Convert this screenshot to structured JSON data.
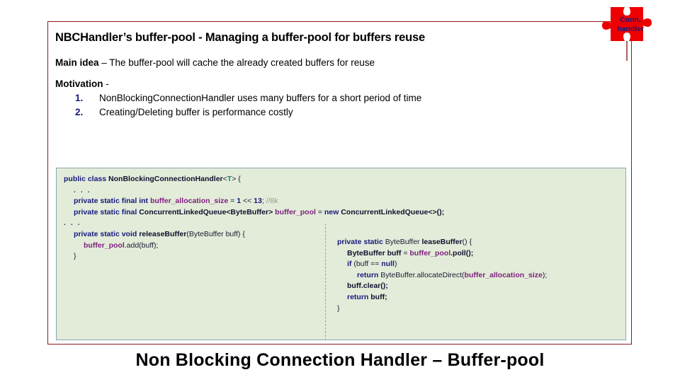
{
  "slide": {
    "heading": "NBCHandler’s buffer-pool  - Managing a buffer-pool for buffers reuse",
    "bottom_title": "Non Blocking Connection Handler – Buffer-pool"
  },
  "main_idea": {
    "lead": "Main idea",
    "rest": " – The buffer-pool will cache the already created buffers for reuse"
  },
  "motivation": {
    "label": "Motivation",
    "dash": " -",
    "items": [
      {
        "num": "1.",
        "text": "NonBlockingConnectionHandler uses many buffers for a short period of time"
      },
      {
        "num": "2.",
        "text": "Creating/Deleting buffer is performance costly"
      }
    ]
  },
  "badge": {
    "line1": "Conn.",
    "line2": "handler",
    "fill_color": "#ef0000",
    "text_color": "#16197e"
  },
  "code": {
    "background_color": "#e3ecd9",
    "border_color": "#8aa7b0",
    "left": [
      {
        "indent": 0,
        "tokens": [
          {
            "t": "public class ",
            "c": "kw"
          },
          {
            "t": "NonBlockingConnectionHandler",
            "c": "fn"
          },
          {
            "t": "<",
            "c": "pl"
          },
          {
            "t": "T",
            "c": "gen"
          },
          {
            "t": "> {",
            "c": "pl"
          }
        ]
      },
      {
        "indent": 1,
        "tokens": [
          {
            "t": ". . .",
            "c": "dots"
          }
        ]
      },
      {
        "indent": 1,
        "tokens": [
          {
            "t": "private static final int ",
            "c": "kw"
          },
          {
            "t": "buffer_allocation_size",
            "c": "id"
          },
          {
            "t": " = ",
            "c": "pl"
          },
          {
            "t": "1",
            "c": "num"
          },
          {
            "t": " << ",
            "c": "pl"
          },
          {
            "t": "13",
            "c": "num"
          },
          {
            "t": "; ",
            "c": "pl"
          },
          {
            "t": "//8k",
            "c": "cmt"
          }
        ]
      },
      {
        "indent": 1,
        "tokens": [
          {
            "t": "private static final ",
            "c": "kw"
          },
          {
            "t": "ConcurrentLinkedQueue<ByteBuffer> ",
            "c": "fn"
          },
          {
            "t": "buffer_pool",
            "c": "id"
          },
          {
            "t": " = ",
            "c": "pl"
          },
          {
            "t": "new ",
            "c": "kw"
          },
          {
            "t": "ConcurrentLinkedQueue<>();",
            "c": "fn"
          }
        ]
      },
      {
        "indent": 0,
        "tokens": [
          {
            "t": ". . .",
            "c": "dots"
          }
        ]
      },
      {
        "indent": 1,
        "tokens": [
          {
            "t": "private static void ",
            "c": "kw"
          },
          {
            "t": "releaseBuffer",
            "c": "fn"
          },
          {
            "t": "(ByteBuffer buff) {",
            "c": "pl"
          }
        ]
      },
      {
        "indent": 2,
        "tokens": [
          {
            "t": "buffer_pool",
            "c": "id"
          },
          {
            "t": ".add(buff);",
            "c": "pl"
          }
        ]
      },
      {
        "indent": 1,
        "tokens": [
          {
            "t": "}",
            "c": "pl"
          }
        ]
      }
    ],
    "right": [
      {
        "indent": 0,
        "tokens": [
          {
            "t": "private static ",
            "c": "kw"
          },
          {
            "t": "ByteBuffer ",
            "c": "pl"
          },
          {
            "t": "leaseBuffer",
            "c": "fn"
          },
          {
            "t": "() {",
            "c": "pl"
          }
        ]
      },
      {
        "indent": 1,
        "tokens": [
          {
            "t": "ByteBuffer buff",
            "c": "fn"
          },
          {
            "t": " = ",
            "c": "pl"
          },
          {
            "t": "buffer_pool",
            "c": "id"
          },
          {
            "t": ".poll();",
            "c": "fn"
          }
        ]
      },
      {
        "indent": 1,
        "tokens": [
          {
            "t": "if ",
            "c": "kw"
          },
          {
            "t": "(buff == ",
            "c": "pl"
          },
          {
            "t": "null",
            "c": "kw"
          },
          {
            "t": ")",
            "c": "pl"
          }
        ]
      },
      {
        "indent": 2,
        "tokens": [
          {
            "t": "return ",
            "c": "kw"
          },
          {
            "t": "ByteBuffer.allocateDirect(",
            "c": "pl"
          },
          {
            "t": "buffer_allocation_size",
            "c": "id"
          },
          {
            "t": ");",
            "c": "pl"
          }
        ]
      },
      {
        "indent": 1,
        "tokens": [
          {
            "t": "buff.clear();",
            "c": "fn"
          }
        ]
      },
      {
        "indent": 1,
        "tokens": [
          {
            "t": "return ",
            "c": "kw"
          },
          {
            "t": "buff;",
            "c": "fn"
          }
        ]
      },
      {
        "indent": 0,
        "tokens": [
          {
            "t": "}",
            "c": "pl"
          }
        ]
      }
    ]
  }
}
